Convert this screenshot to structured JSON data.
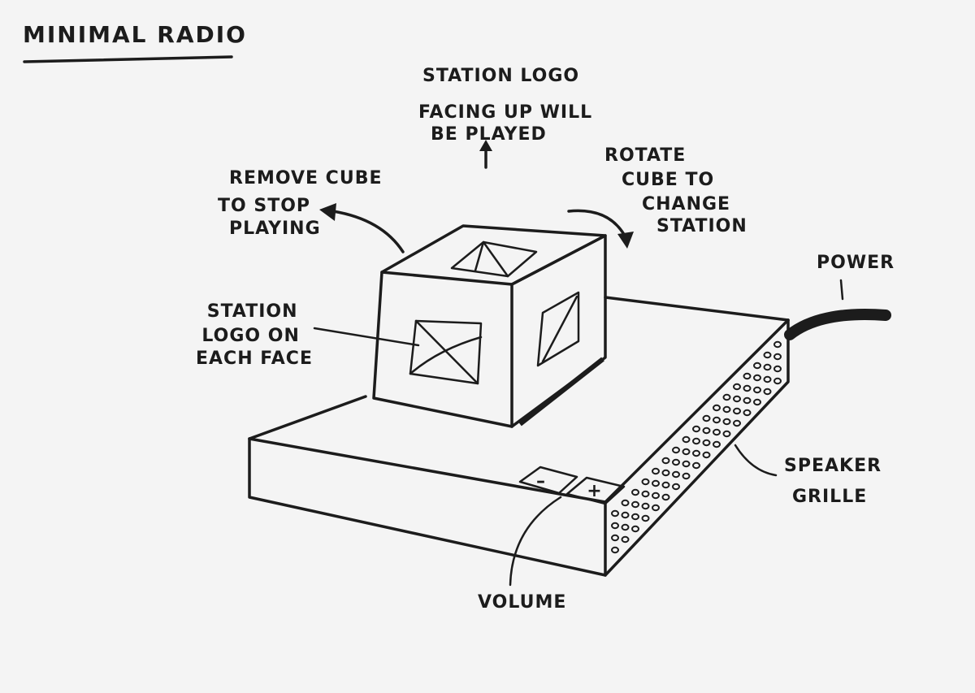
{
  "title": "MINIMAL RADIO",
  "labels": {
    "station_logo_up": [
      "STATION LOGO",
      "FACING UP WILL",
      "BE PLAYED"
    ],
    "remove_cube": [
      "REMOVE CUBE",
      "TO STOP",
      "PLAYING"
    ],
    "rotate_cube": [
      "ROTATE",
      "CUBE TO",
      "CHANGE",
      "STATION"
    ],
    "logo_each_face": [
      "STATION",
      "LOGO ON",
      "EACH FACE"
    ],
    "power": "POWER",
    "speaker_grille": [
      "SPEAKER",
      "GRILLE"
    ],
    "volume": "VOLUME"
  },
  "buttons": {
    "minus": "–",
    "plus": "+"
  },
  "colors": {
    "ink": "#1c1c1c",
    "paper": "#f4f4f4"
  }
}
